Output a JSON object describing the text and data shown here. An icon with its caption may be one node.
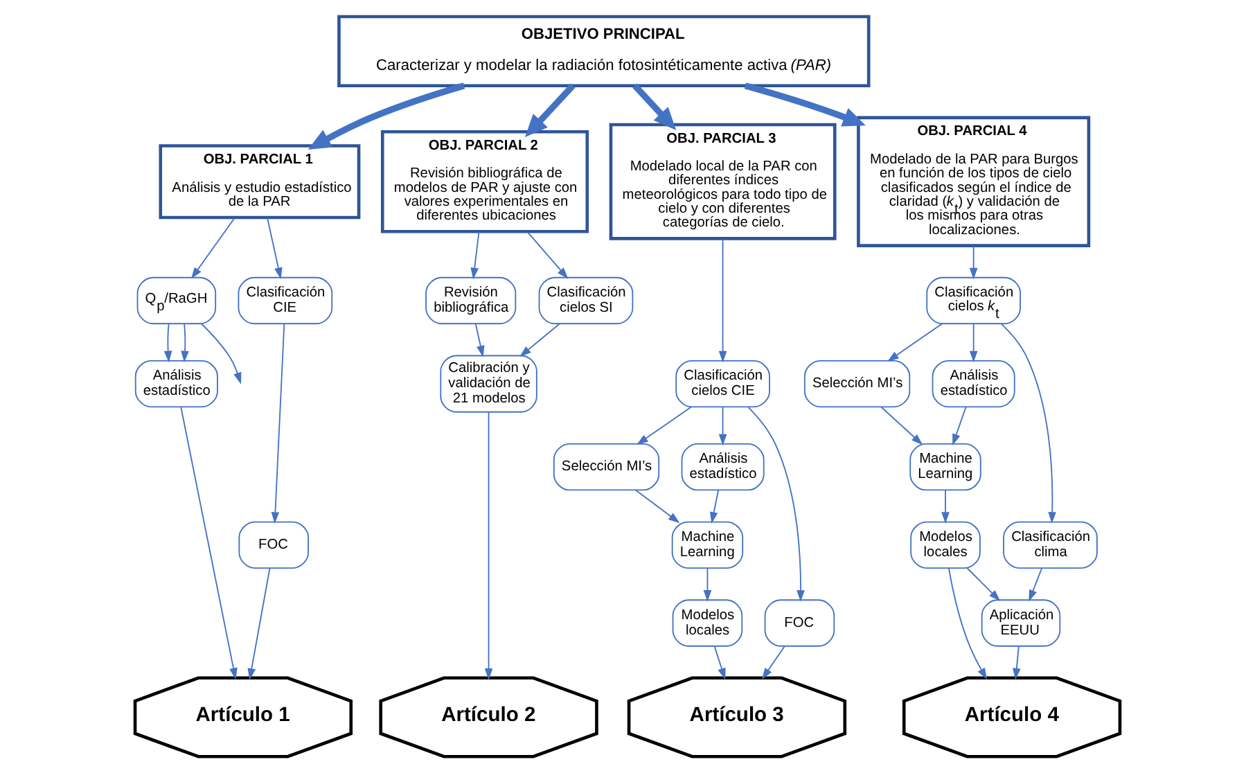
{
  "diagram": {
    "nodes": [
      {
        "text": [
          "OBJETIVO PRINCIPAL",
          "Caracterizar y modelar la radiación fotosintéticamente activa *(PAR)*"
        ]
      },
      {
        "text": [
          "OBJ. PARCIAL 1",
          "Análisis y estudio estadístico de la PAR"
        ]
      },
      {
        "text": [
          "OBJ. PARCIAL 2",
          "Revisión bibliográfica de modelos de PAR y ajuste con valores experimentales en diferentes ubicaciones"
        ]
      },
      {
        "text": [
          "OBJ. PARCIAL 3",
          "Modelado local de la PAR con diferentes índices meteorológicos para todo tipo de cielo y con diferentes categorías de cielo."
        ]
      },
      {
        "text": [
          "OBJ. PARCIAL 4",
          "Modelado de la PAR para Burgos en función de los tipos de cielo clasificados según el índice de claridad (*k*$_{t}$) y validación de los mismos para otras localizaciones."
        ]
      },
      {
        "text": [
          "Q$_{p}$/RaGH"
        ]
      },
      {
        "text": [
          "Clasificación CIE"
        ]
      },
      {
        "text": [
          "Análisis estadístico"
        ]
      },
      {
        "text": [
          "FOC"
        ]
      },
      {
        "text": [
          "Artículo 1"
        ]
      },
      {
        "text": [
          "Revisión bibliográfica"
        ]
      },
      {
        "text": [
          "Clasificación cielos SI"
        ]
      },
      {
        "text": [
          "Calibración y validación de 21 modelos"
        ]
      },
      {
        "text": [
          "Artículo 2"
        ]
      },
      {
        "text": [
          "Clasificación cielos CIE"
        ]
      },
      {
        "text": [
          "Selección MI’s"
        ]
      },
      {
        "text": [
          "Análisis estadístico"
        ]
      },
      {
        "text": [
          "FOC"
        ]
      },
      {
        "text": [
          "Machine Learning"
        ]
      },
      {
        "text": [
          "Modelos locales"
        ]
      },
      {
        "text": [
          "Artículo 3"
        ]
      },
      {
        "text": [
          "Clasificación cielos *k*$_{t}$"
        ]
      },
      {
        "text": [
          "Selección MI’s"
        ]
      },
      {
        "text": [
          "Análisis estadístico"
        ]
      },
      {
        "text": [
          "Clasificación clima"
        ]
      },
      {
        "text": [
          "Machine Learning"
        ]
      },
      {
        "text": [
          "Modelos locales"
        ]
      },
      {
        "text": [
          "Aplicación EEUU"
        ]
      },
      {
        "text": [
          "Artículo 4"
        ]
      }
    ],
    "edges": [
      {
        "from": 0,
        "to": 1,
        "arrow": "to",
        "style": "thick"
      },
      {
        "from": 0,
        "to": 2,
        "arrow": "to",
        "style": "thick"
      },
      {
        "from": 0,
        "to": 3,
        "arrow": "to",
        "style": "thick"
      },
      {
        "from": 0,
        "to": 4,
        "arrow": "to",
        "style": "thick"
      },
      {
        "from": 1,
        "to": 5,
        "arrow": "to"
      },
      {
        "from": 1,
        "to": 6,
        "arrow": "to"
      },
      {
        "from": 5,
        "to": 7,
        "arrow": "to"
      },
      {
        "from": 5,
        "to": 7,
        "arrow": "to"
      },
      {
        "from": 5,
        "to": null,
        "arrow": "to"
      },
      {
        "from": 6,
        "to": 8,
        "arrow": "to"
      },
      {
        "from": 7,
        "to": 9,
        "arrow": "to"
      },
      {
        "from": 8,
        "to": 9,
        "arrow": "to"
      },
      {
        "from": 2,
        "to": 10,
        "arrow": "to"
      },
      {
        "from": 2,
        "to": 11,
        "arrow": "to"
      },
      {
        "from": 10,
        "to": 12,
        "arrow": "to"
      },
      {
        "from": 11,
        "to": 12,
        "arrow": "to"
      },
      {
        "from": 12,
        "to": 13,
        "arrow": "to"
      },
      {
        "from": 3,
        "to": 14,
        "arrow": "to"
      },
      {
        "from": 14,
        "to": 15,
        "arrow": "to"
      },
      {
        "from": 14,
        "to": 16,
        "arrow": "to"
      },
      {
        "from": 14,
        "to": 17,
        "arrow": "to"
      },
      {
        "from": 15,
        "to": 18,
        "arrow": "to"
      },
      {
        "from": 16,
        "to": 18,
        "arrow": "to"
      },
      {
        "from": 18,
        "to": 19,
        "arrow": "to"
      },
      {
        "from": 19,
        "to": 20,
        "arrow": "to"
      },
      {
        "from": 17,
        "to": 20,
        "arrow": "to"
      },
      {
        "from": 4,
        "to": 21,
        "arrow": "to"
      },
      {
        "from": 21,
        "to": 22,
        "arrow": "to"
      },
      {
        "from": 21,
        "to": 23,
        "arrow": "to"
      },
      {
        "from": 21,
        "to": 24,
        "arrow": "to"
      },
      {
        "from": 22,
        "to": 25,
        "arrow": "to"
      },
      {
        "from": 23,
        "to": 25,
        "arrow": "to"
      },
      {
        "from": 25,
        "to": 26,
        "arrow": "to"
      },
      {
        "from": 26,
        "to": 27,
        "arrow": "to"
      },
      {
        "from": 24,
        "to": 27,
        "arrow": "to"
      },
      {
        "from": 26,
        "to": 28,
        "arrow": "to"
      },
      {
        "from": 27,
        "to": 28,
        "arrow": "to"
      }
    ]
  }
}
